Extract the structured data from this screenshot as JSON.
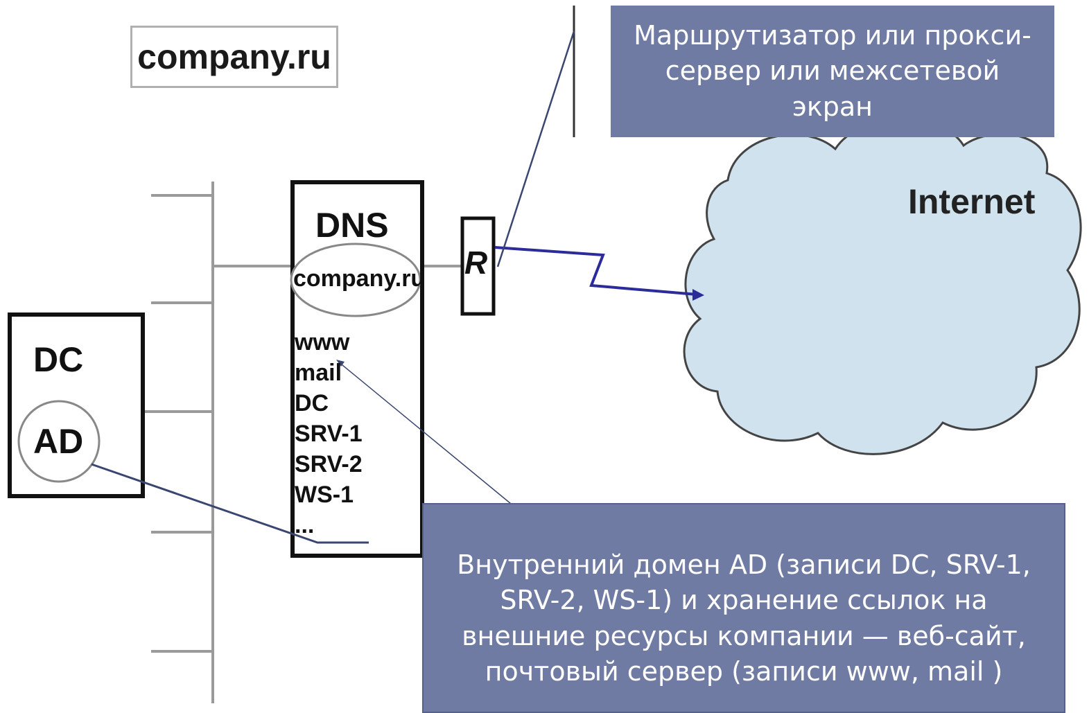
{
  "domain_label": "company.ru",
  "dc": {
    "label": "DC",
    "ad_label": "AD"
  },
  "dns": {
    "title": "DNS",
    "zone": "company.ru",
    "records": [
      "www",
      "mail",
      "DC",
      "SRV-1",
      "SRV-2",
      "WS-1",
      "..."
    ]
  },
  "router": {
    "label": "R"
  },
  "internet": {
    "label": "Internet"
  },
  "callouts": {
    "router": "Маршрутизатор или прокси-сервер или межсетевой экран",
    "domain": "Внутренний домен AD (записи DC, SRV-1, SRV-2, WS-1) и хранение ссылок на внешние ресурсы компании — веб-сайт, почтовый сервер (записи www, mail )"
  },
  "colors": {
    "callout_bg": "#6f7ba2",
    "cloud_fill": "#cfe2ee",
    "link_line": "#2b2b9a",
    "pointer_line": "#3a4670"
  }
}
